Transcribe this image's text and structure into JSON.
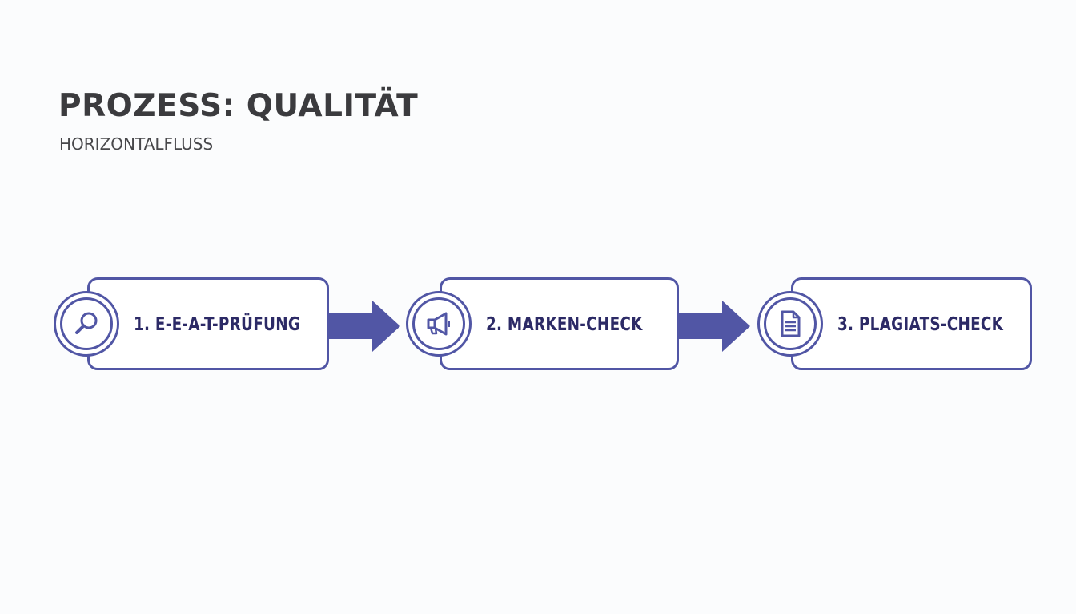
{
  "header": {
    "title": "PROZESS: QUALITÄT",
    "subtitle": "HORIZONTALFLUSS"
  },
  "steps": [
    {
      "label": "1. E-E-A-T-PRÜFUNG",
      "icon": "magnifier-icon"
    },
    {
      "label": "2. MARKEN-CHECK",
      "icon": "megaphone-icon"
    },
    {
      "label": "3. PLAGIATS-CHECK",
      "icon": "document-icon"
    }
  ],
  "colors": {
    "accent": "#5156a5",
    "label": "#2c2a66",
    "title": "#3b3b3e",
    "background": "#fbfcfd"
  }
}
